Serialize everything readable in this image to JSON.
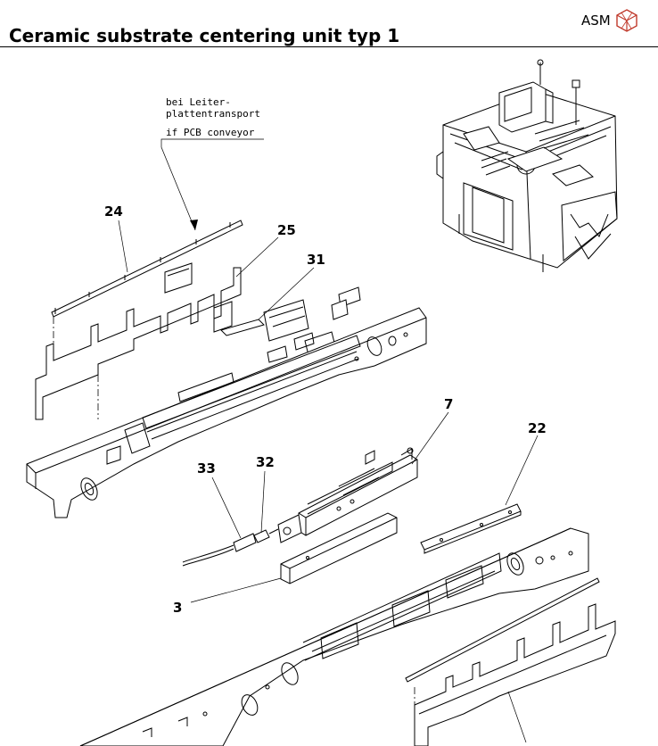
{
  "header": {
    "title": "Ceramic substrate centering unit typ 1",
    "brand": "ASM",
    "brand_color": "#c0392b",
    "brand_icon": "hexagon-cube-icon"
  },
  "note": {
    "line1": "bei Leiter-",
    "line2": "plattentransport",
    "line3": "if PCB conveyor"
  },
  "callouts": {
    "c24": "24",
    "c25": "25",
    "c31": "31",
    "c7": "7",
    "c22": "22",
    "c33": "33",
    "c32": "32",
    "c3": "3"
  }
}
